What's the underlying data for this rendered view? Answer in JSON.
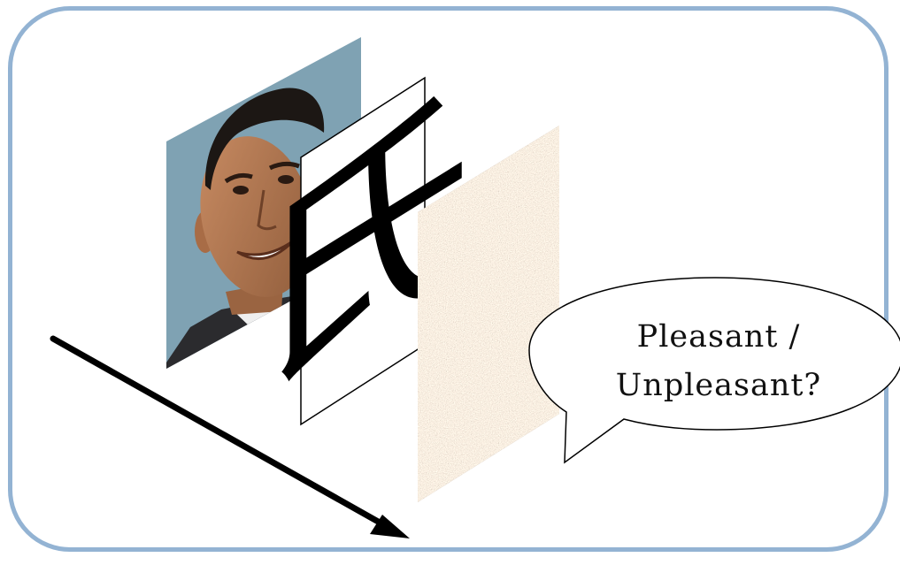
{
  "diagram": {
    "frame_color": "#93b3d3",
    "panels": [
      {
        "kind": "face-photo",
        "icon": "portrait-photo",
        "background": "#7fa2b3"
      },
      {
        "kind": "chinese-character",
        "character": "氏",
        "background": "#ffffff"
      },
      {
        "kind": "noise-texture",
        "icon": "noise-texture",
        "background": "#a8988c"
      }
    ],
    "arrow": {
      "icon": "arrow-right-down-icon",
      "color": "#000000"
    },
    "speech_bubble": {
      "line1": "Pleasant /",
      "line2": "Unpleasant?"
    }
  }
}
